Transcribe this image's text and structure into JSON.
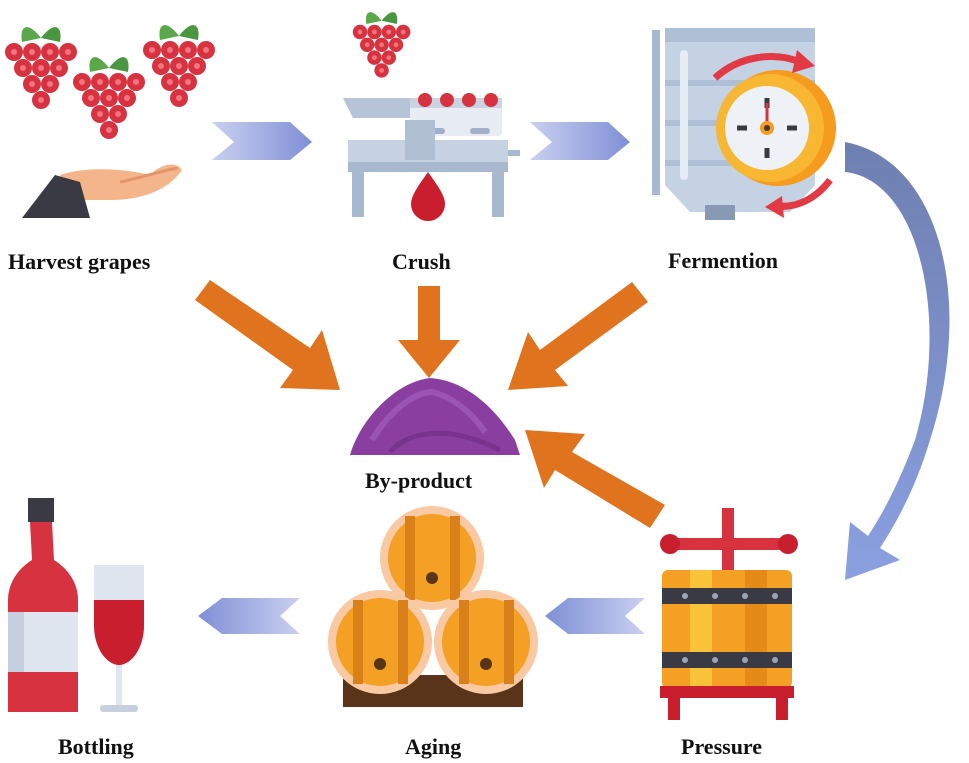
{
  "steps": {
    "harvest": "Harvest grapes",
    "crush": "Crush",
    "fermentation": "Fermention",
    "pressure": "Pressure",
    "aging": "Aging",
    "bottling": "Bottling"
  },
  "center": {
    "label": "By-product"
  },
  "icons": {
    "harvest": "grapes-hand-icon",
    "crush": "crusher-machine-icon",
    "fermentation": "fermentation-tank-timer-icon",
    "pressure": "wine-press-icon",
    "aging": "barrels-icon",
    "bottling": "wine-bottle-glass-icon",
    "byproduct": "pomace-pile-icon"
  },
  "colors": {
    "flow_arrow": "#8e9bd8",
    "byproduct_arrow": "#e0731e",
    "grape": "#d7323f",
    "leaf": "#5aa84a",
    "pomace": "#8a3fa0",
    "barrel": "#f4a024"
  }
}
